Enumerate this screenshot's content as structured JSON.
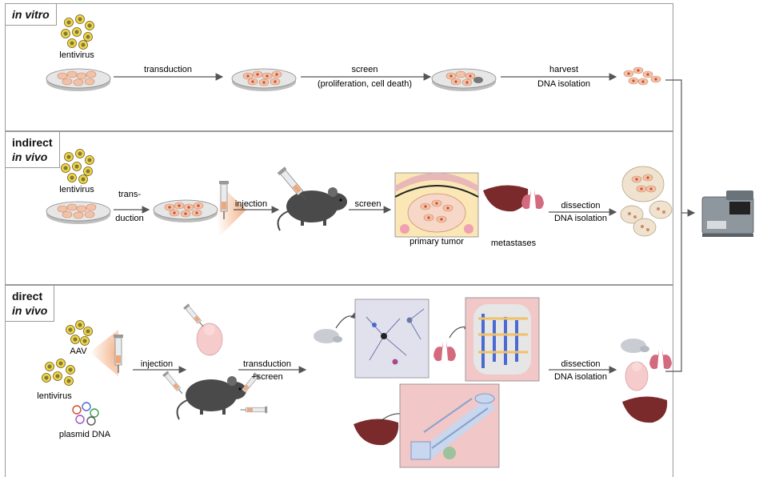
{
  "panels": {
    "in_vitro": {
      "title_line1": "",
      "title_line2": "in vitro"
    },
    "indirect": {
      "title_line1": "indirect",
      "title_line2": "in vivo"
    },
    "direct": {
      "title_line1": "direct",
      "title_line2": "in vivo"
    }
  },
  "labels": {
    "lentivirus_1": "lentivirus",
    "transduction": "transduction",
    "screen_top": "screen",
    "screen_detail": "(proliferation, cell death)",
    "harvest": "harvest",
    "dna_isolation_1": "DNA isolation",
    "lentivirus_2": "lentivirus",
    "trans": "trans-",
    "duction": "duction",
    "injection_1": "injection",
    "screen_mid": "screen",
    "primary_tumor": "primary tumor",
    "metastases": "metastases",
    "dissection_1": "dissection",
    "dna_isolation_2": "DNA isolation",
    "aav": "AAV",
    "lentivirus_3": "lentivirus",
    "plasmid_dna": "plasmid DNA",
    "injection_2": "injection",
    "transduction_2": "transduction",
    "plus_screen": "+screen",
    "dissection_2": "dissection",
    "dna_isolation_3": "DNA isolation"
  },
  "colors": {
    "border": "#9a9a9a",
    "arrow": "#555555",
    "dish": "#d9d9d9",
    "cell": "#f2c2a8",
    "mouse": "#4a4a4a",
    "liver": "#7a2a2a",
    "lung": "#d46a7e",
    "tumor_box": "#fbe7b5",
    "tissue_box": "#f2c7c7",
    "neuron_box": "#e1e1ee",
    "sequencer": "#8e969e"
  }
}
